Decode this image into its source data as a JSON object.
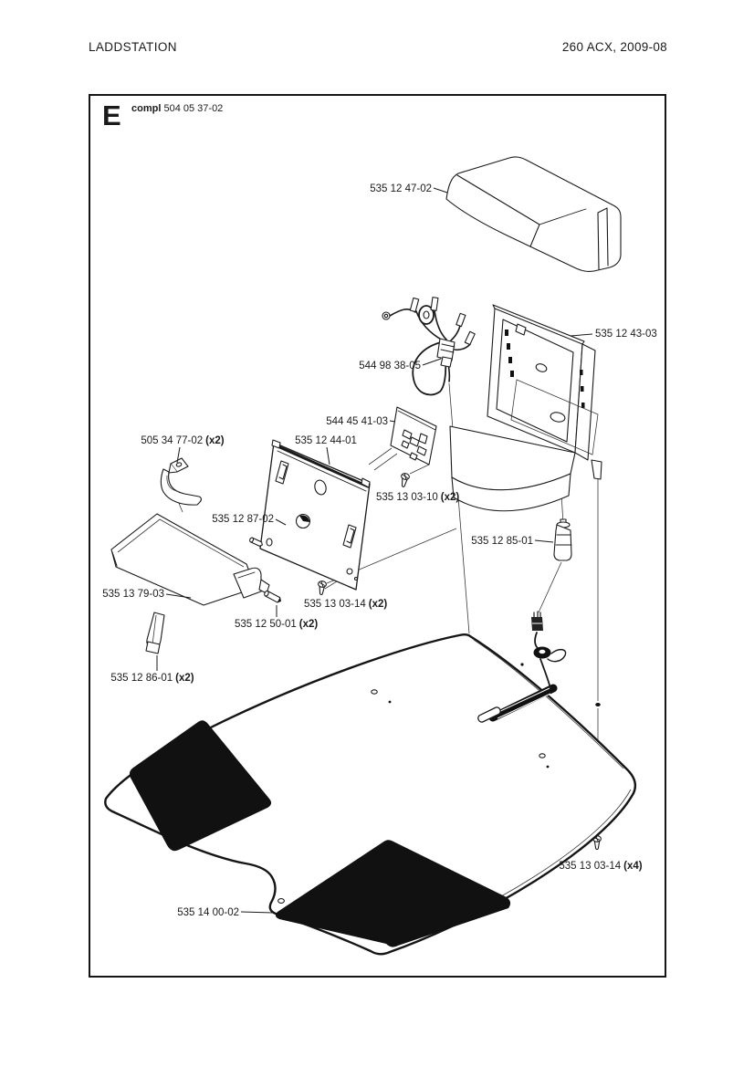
{
  "header": {
    "left": "LADDSTATION",
    "right": "260 ACX, 2009-08"
  },
  "figure": {
    "section_letter": "E",
    "assembly_prefix": "compl",
    "assembly_number": "504 05 37-02"
  },
  "colors": {
    "ink": "#1a1a1a",
    "pad_fill": "#000000",
    "paper": "#ffffff"
  },
  "parts": {
    "labels": [
      {
        "part": "top-cover",
        "text": "535 12 47-02"
      },
      {
        "part": "main-body",
        "text": "535 12 43-03"
      },
      {
        "part": "wire-harness",
        "text": "544 98 38-05"
      },
      {
        "part": "circuit-board",
        "text": "544 45 41-03"
      },
      {
        "part": "front-plate",
        "text": "535 12 44-01"
      },
      {
        "part": "bracket",
        "text": "505 34 77-02",
        "qty": "(x2)"
      },
      {
        "part": "screw-03-10",
        "text": "535 13 03-10",
        "qty": "(x2)"
      },
      {
        "part": "pin-87",
        "text": "535 12 87-02"
      },
      {
        "part": "rubber-post",
        "text": "535 12 85-01"
      },
      {
        "part": "lid",
        "text": "535 13 79-03"
      },
      {
        "part": "screw-03-14-two",
        "text": "535 13 03-14",
        "qty": "(x2)"
      },
      {
        "part": "pin-50",
        "text": "535 12 50-01",
        "qty": "(x2)"
      },
      {
        "part": "strip",
        "text": "535 12 86-01",
        "qty": "(x2)"
      },
      {
        "part": "screw-03-14-four",
        "text": "535 13 03-14",
        "qty": "(x4)"
      },
      {
        "part": "base-plate",
        "text": "535 14 00-02"
      }
    ]
  }
}
